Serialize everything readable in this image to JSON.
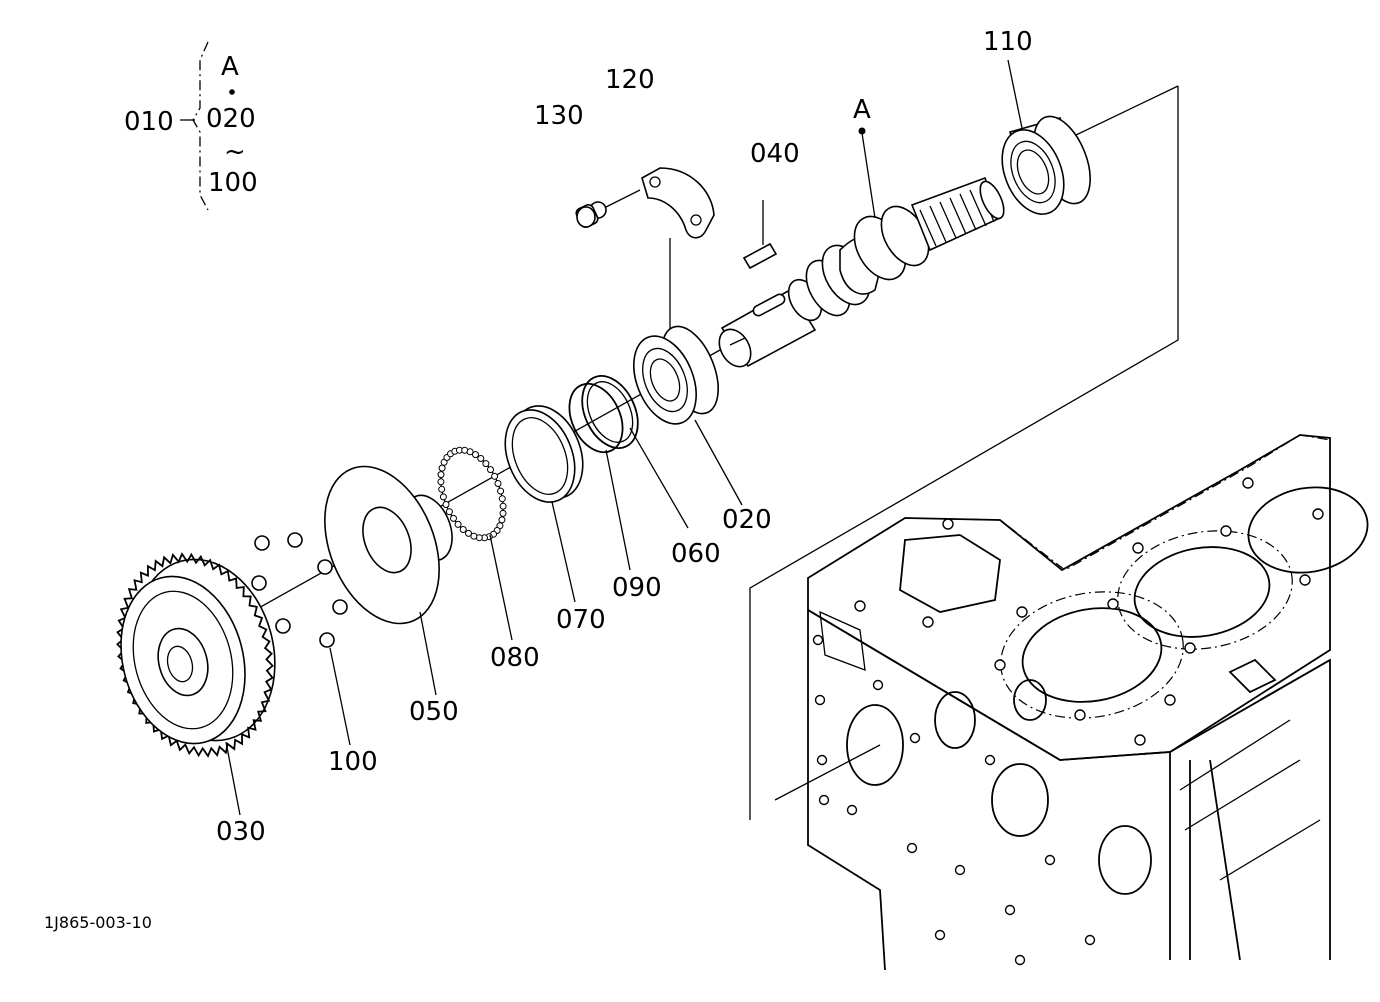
{
  "diagram": {
    "drawing_code": "1J865-003-10",
    "group": {
      "label": "010",
      "items": [
        "A",
        "020",
        "100"
      ],
      "range_separator": "~"
    },
    "callouts": [
      "020",
      "030",
      "040",
      "050",
      "060",
      "070",
      "080",
      "090",
      "100",
      "110",
      "120",
      "130"
    ],
    "marker": "A"
  }
}
